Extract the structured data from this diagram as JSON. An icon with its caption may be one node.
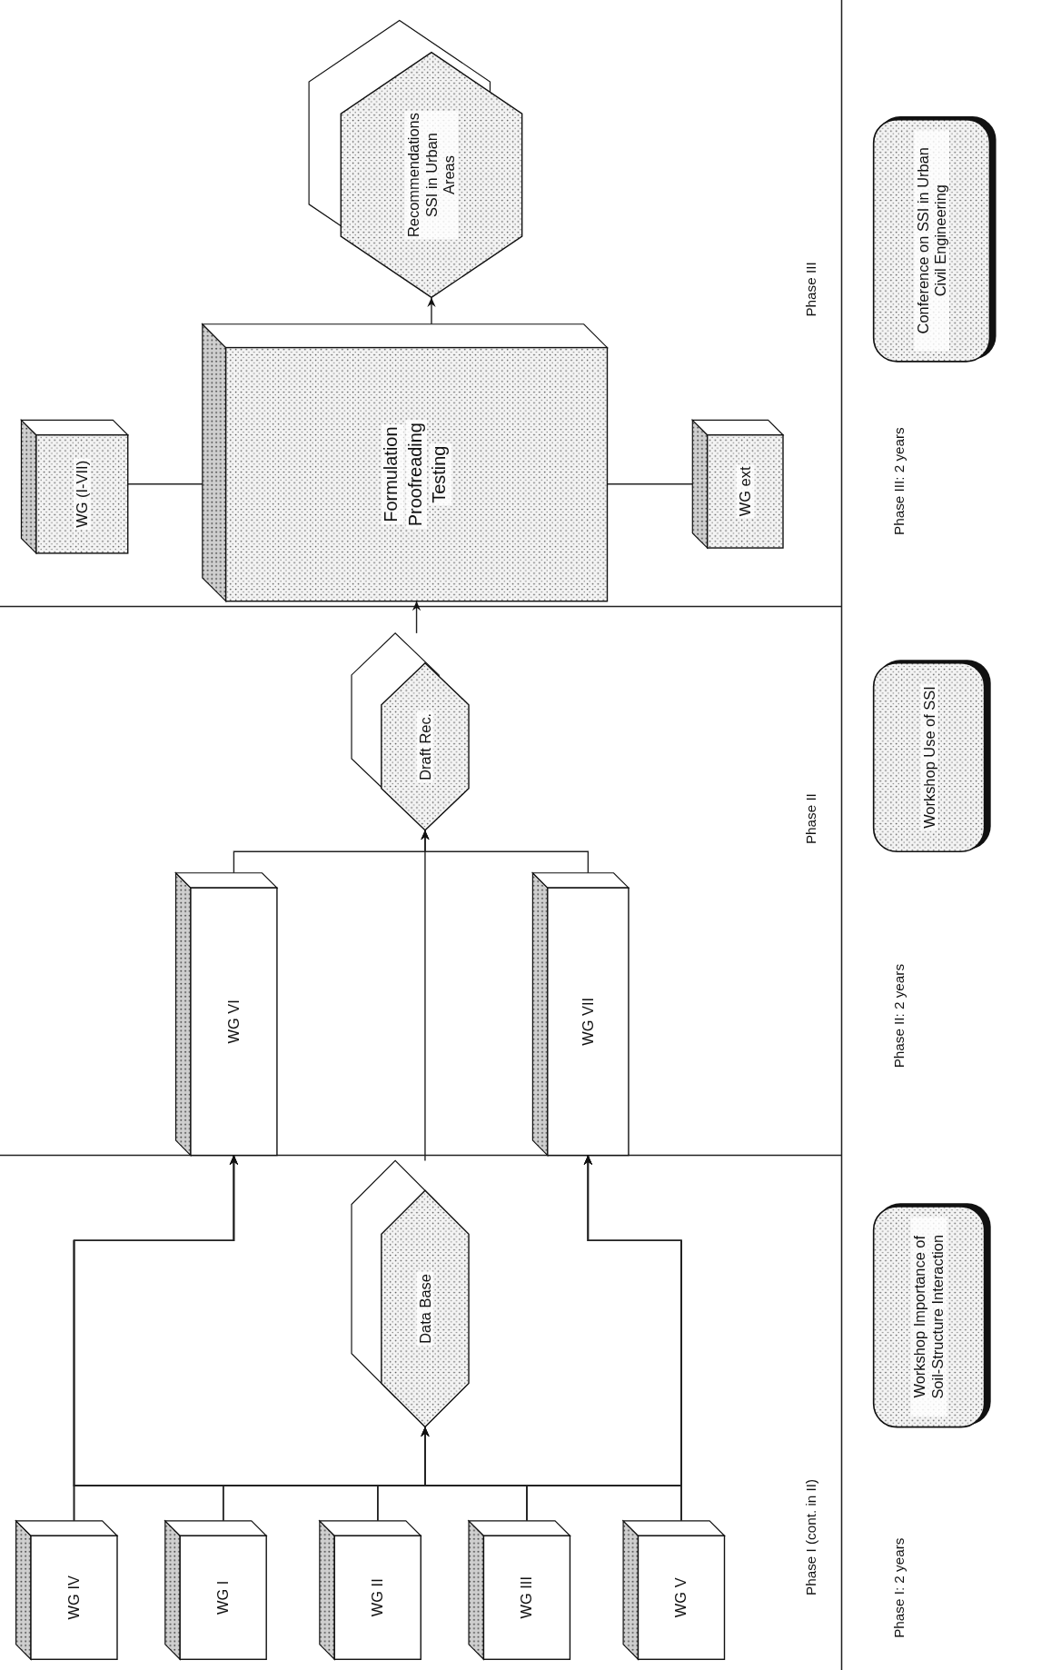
{
  "diagram": {
    "nodes": [
      {
        "text": [
          "WG IV"
        ]
      },
      {
        "text": [
          "WG I"
        ]
      },
      {
        "text": [
          "WG II"
        ]
      },
      {
        "text": [
          "WG III"
        ]
      },
      {
        "text": [
          "WG V"
        ]
      },
      {
        "text": [
          "Data Base"
        ]
      },
      {
        "text": [
          "WG VI"
        ]
      },
      {
        "text": [
          "WG VII"
        ]
      },
      {
        "text": [
          "Draft Rec."
        ]
      },
      {
        "text": [
          "WG (I-VII)"
        ]
      },
      {
        "text": [
          "Formulation",
          "Proofreading",
          "Testing"
        ]
      },
      {
        "text": [
          "WG ext"
        ]
      },
      {
        "text": [
          "Recommendations SSI in Urban Areas"
        ]
      },
      {
        "text": [
          "Workshop Importance of Soil-Structure Interaction"
        ]
      },
      {
        "text": [
          "Workshop Use of SSI"
        ]
      },
      {
        "text": [
          "Conference on SSI in Urban Civil Engineering"
        ]
      }
    ],
    "edges": [
      {
        "from": 0,
        "to": 5,
        "arrow": "to"
      },
      {
        "from": 1,
        "to": 5,
        "arrow": "to"
      },
      {
        "from": 2,
        "to": 5,
        "arrow": "to"
      },
      {
        "from": 3,
        "to": 5,
        "arrow": "to"
      },
      {
        "from": 4,
        "to": 5,
        "arrow": "to"
      },
      {
        "from": 0,
        "to": 6,
        "arrow": "to"
      },
      {
        "from": 1,
        "to": 6,
        "arrow": "to"
      },
      {
        "from": 2,
        "to": 6,
        "arrow": "to"
      },
      {
        "from": 3,
        "to": 6,
        "arrow": "to"
      },
      {
        "from": 4,
        "to": 6,
        "arrow": "to"
      },
      {
        "from": 0,
        "to": 7,
        "arrow": "to"
      },
      {
        "from": 1,
        "to": 7,
        "arrow": "to"
      },
      {
        "from": 2,
        "to": 7,
        "arrow": "to"
      },
      {
        "from": 3,
        "to": 7,
        "arrow": "to"
      },
      {
        "from": 4,
        "to": 7,
        "arrow": "to"
      },
      {
        "from": 5,
        "to": 8,
        "arrow": "to"
      },
      {
        "from": 6,
        "to": 8,
        "arrow": "to"
      },
      {
        "from": 7,
        "to": 8,
        "arrow": "to"
      },
      {
        "from": 8,
        "to": 10,
        "arrow": "to"
      },
      {
        "from": 9,
        "to": 10,
        "arrow": "none"
      },
      {
        "from": 11,
        "to": 10,
        "arrow": "none"
      },
      {
        "from": 10,
        "to": 12,
        "arrow": "to"
      }
    ],
    "labels": [
      "Phase I (cont. in II)",
      "Phase II",
      "Phase III",
      "Phase I: 2 years",
      "Phase II: 2 years",
      "Phase III: 2 years"
    ]
  }
}
